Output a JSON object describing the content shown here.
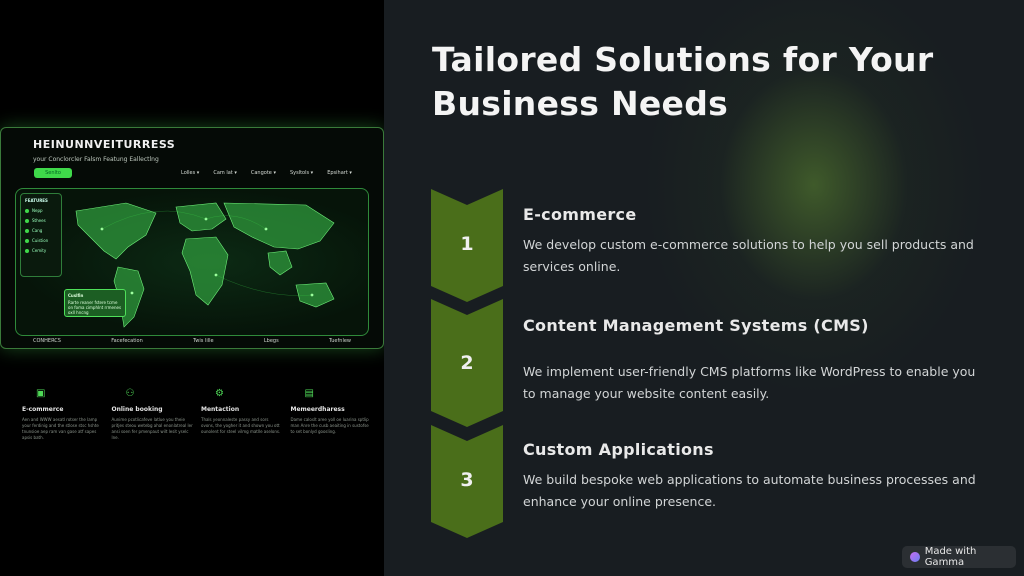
{
  "slide": {
    "title": "Tailored Solutions for Your Business Needs",
    "steps": [
      {
        "number": "1",
        "heading": "E-commerce",
        "body": "We develop custom e-commerce solutions to help you sell products and services online."
      },
      {
        "number": "2",
        "heading": "Content Management Systems (CMS)",
        "body": "We implement user-friendly CMS platforms like WordPress to enable you to manage your website content easily."
      },
      {
        "number": "3",
        "heading": "Custom Applications",
        "body": "We build bespoke web applications to automate business processes and enhance your online presence."
      }
    ],
    "badge": "Made with Gamma",
    "accent_color": "#4a6e1a",
    "background_color": "#181d21"
  },
  "image": {
    "mock_title": "HEINUNNVEITURRESS",
    "mock_subtitle": "your Conclorcler Falsm Featung Eallectlng",
    "mock_button": "Senlto",
    "mock_nav": [
      "Lolles ▾",
      "Cam lat ▾",
      "Cangote ▾",
      "Sysltols ▾",
      "Epsihart ▾"
    ],
    "sidebar_heading": "FEATURES",
    "sidebar_items": [
      "Nepp",
      "Sthees",
      "Cang",
      "Cuistion",
      "Cemity"
    ],
    "card_title": "Cuslfin",
    "card_text": "Rarte reaner fstere tcme on foma cimphlnt rrmenes oxll hncng",
    "footer": [
      "CONHERCS",
      "Facefecation",
      "Twis lille",
      "Lbegs",
      "Tuefnlew"
    ],
    "features": [
      {
        "title": "E-commerce",
        "desc": "Aen and WWW aesatl rotser the lamp your ferdinig and the stlose stsc hshte tnunsioe aep ram van gase atf sapes apsis bath.",
        "icon": "cart-icon"
      },
      {
        "title": "Online booking",
        "desc": "Aunime pcotlicafeve latlue you theie pritjes steou wetebg ahal enonlatreal ler ansi soen fer pmenpaut wilt lesit yselc lne.",
        "icon": "people-icon"
      },
      {
        "title": "Mentaction",
        "desc": "Thals yeonnaleste passy and sors ovons, the yogher it and shown you ott ounolent for steel vilmg matlle aselons.",
        "icon": "gear-icon"
      },
      {
        "title": "Memeerdharess",
        "desc": "Dame caloslt aree yoll oe luarina sptlip man Anre the cusb aeaiting in sustofse to set bonlyd goosling.",
        "icon": "chart-icon"
      }
    ]
  }
}
